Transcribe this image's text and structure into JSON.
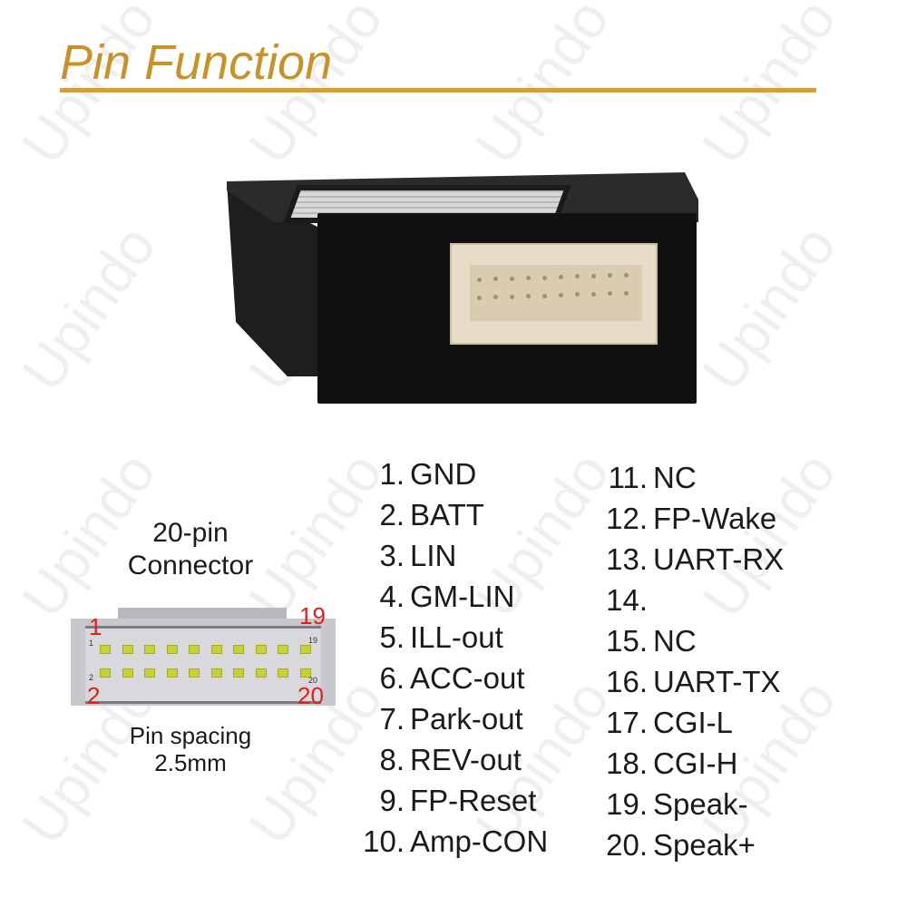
{
  "title": "Pin Function",
  "colors": {
    "title": "#c8922a",
    "rule": "#d99f2b",
    "pin_number_red": "#e0201a",
    "pin_contact": "#c8d236"
  },
  "watermark": "Upindo",
  "product_image": {
    "description": "black rectangular module with 20-pin beige connector"
  },
  "connector": {
    "label_line1": "20-pin",
    "label_line2": "Connector",
    "corner_numbers": {
      "top_left": "1",
      "top_right": "19",
      "bottom_left": "2",
      "bottom_right": "20"
    },
    "small_numbers": {
      "top_left": "1",
      "top_right": "19",
      "bottom_left": "2",
      "bottom_right": "20"
    },
    "pins_per_row": 10,
    "rows": 2,
    "spacing_line1": "Pin spacing",
    "spacing_line2": "2.5mm"
  },
  "pins": [
    {
      "num": "1.",
      "fn": "GND"
    },
    {
      "num": "2.",
      "fn": "BATT"
    },
    {
      "num": "3.",
      "fn": "LIN"
    },
    {
      "num": "4.",
      "fn": "GM-LIN"
    },
    {
      "num": "5.",
      "fn": "ILL-out"
    },
    {
      "num": "6.",
      "fn": "ACC-out"
    },
    {
      "num": "7.",
      "fn": "Park-out"
    },
    {
      "num": "8.",
      "fn": "REV-out"
    },
    {
      "num": "9.",
      "fn": "FP-Reset"
    },
    {
      "num": "10.",
      "fn": "Amp-CON"
    },
    {
      "num": "11.",
      "fn": "NC"
    },
    {
      "num": "12.",
      "fn": "FP-Wake"
    },
    {
      "num": "13.",
      "fn": "UART-RX"
    },
    {
      "num": "14.",
      "fn": ""
    },
    {
      "num": "15.",
      "fn": "NC"
    },
    {
      "num": "16.",
      "fn": "UART-TX"
    },
    {
      "num": "17.",
      "fn": "CGI-L"
    },
    {
      "num": "18.",
      "fn": "CGI-H"
    },
    {
      "num": "19.",
      "fn": "Speak-"
    },
    {
      "num": "20.",
      "fn": "Speak+"
    }
  ]
}
